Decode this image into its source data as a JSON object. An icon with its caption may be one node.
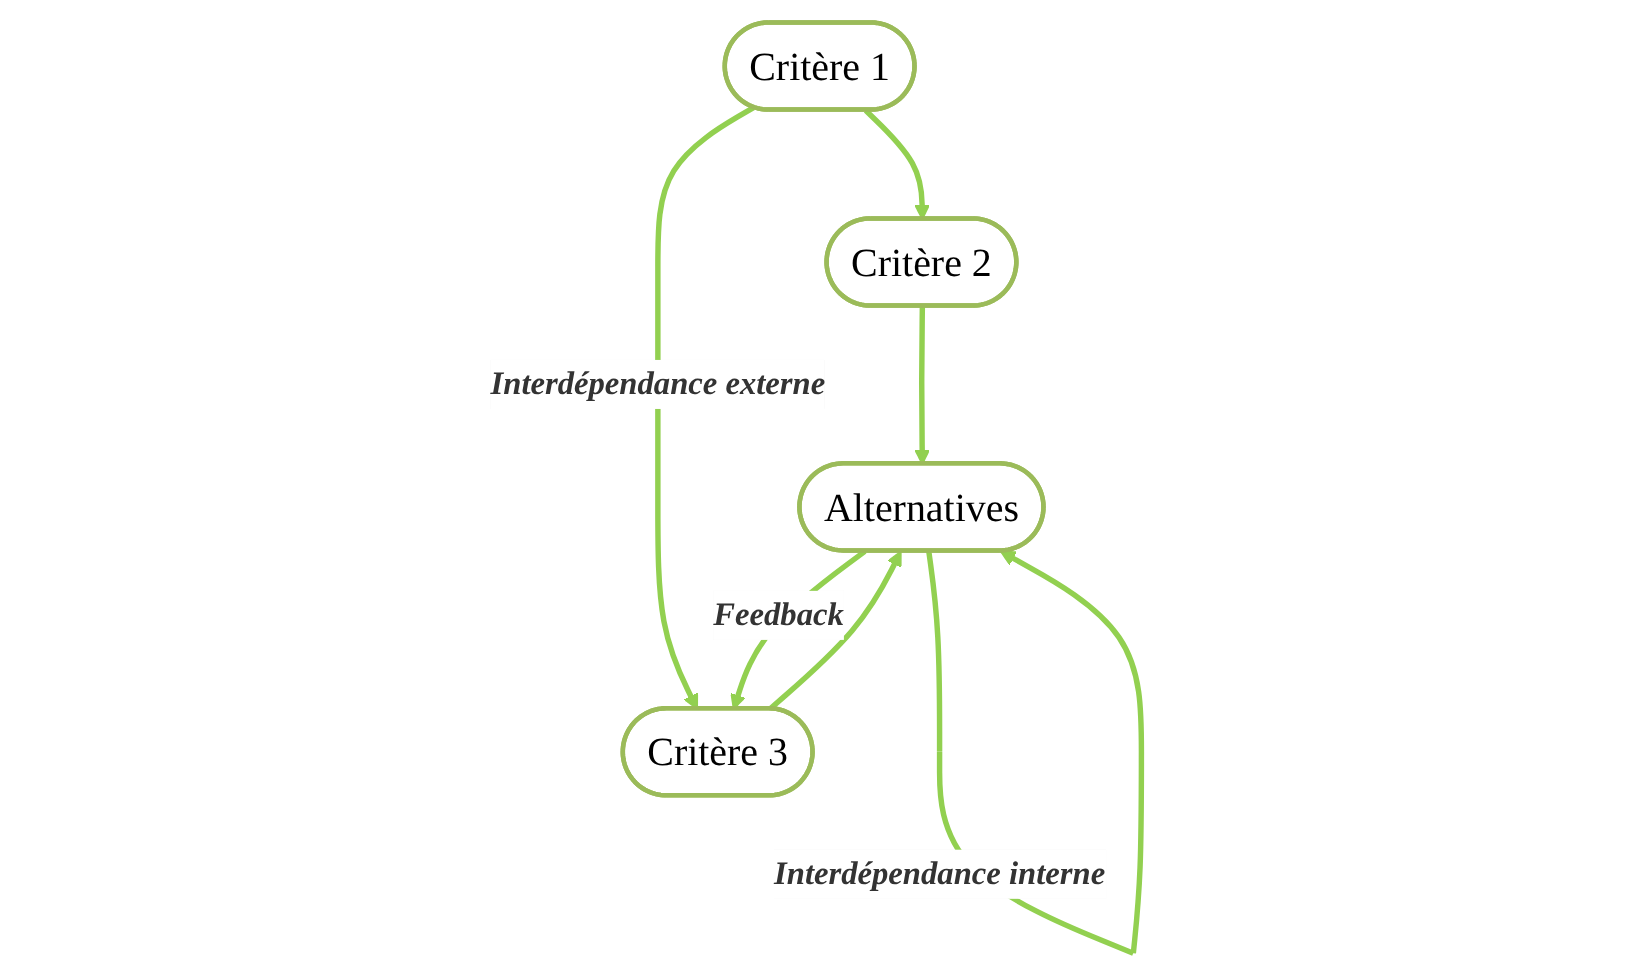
{
  "diagram": {
    "nodes": [
      {
        "text": [
          "Critère 1"
        ]
      },
      {
        "text": [
          "Critère 2"
        ]
      },
      {
        "text": [
          "Critère 3"
        ]
      },
      {
        "text": [
          "Alternatives"
        ]
      }
    ],
    "edges": [
      {
        "from": 0,
        "to": 1,
        "arrow": "to"
      },
      {
        "from": 0,
        "to": 2,
        "arrow": "to",
        "label": "Interdépendance externe"
      },
      {
        "from": 1,
        "to": 3,
        "arrow": "to"
      },
      {
        "from": 2,
        "to": 3,
        "arrow": "to"
      },
      {
        "from": 3,
        "to": 2,
        "arrow": "to",
        "label": "Feedback"
      },
      {
        "from": 3,
        "to": 3,
        "arrow": "to",
        "label": "Interdépendance interne"
      }
    ]
  }
}
